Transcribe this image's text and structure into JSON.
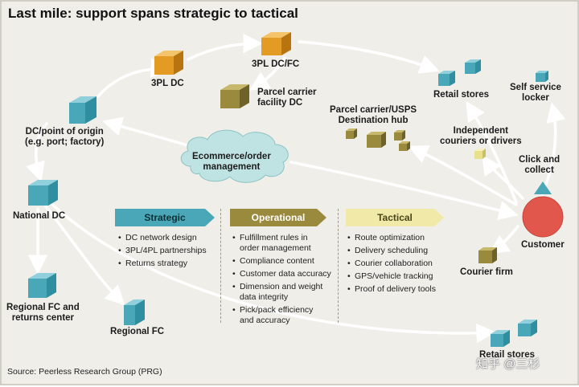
{
  "title": "Last mile: support spans strategic to tactical",
  "source": "Source: Peerless Research Group (PRG)",
  "watermark": "知乎 @三杉",
  "nodes": {
    "threepl_dc": "3PL DC",
    "threepl_dc_fc": "3PL DC/FC",
    "parcel_carrier_facility": [
      "Parcel carrier",
      "facility DC"
    ],
    "dc_origin": [
      "DC/point of origin",
      "(e.g. port; factory)"
    ],
    "national_dc": "National DC",
    "regional_fc_returns": [
      "Regional FC and",
      "returns center"
    ],
    "regional_fc": "Regional FC",
    "retail_stores_top": "Retail stores",
    "retail_stores_bottom": "Retail stores",
    "self_service_locker": [
      "Self service",
      "locker"
    ],
    "destination_hub": [
      "Parcel carrier/USPS",
      "Destination hub"
    ],
    "independent_couriers": [
      "Independent",
      "couriers or drivers"
    ],
    "click_collect": [
      "Click and",
      "collect"
    ],
    "customer": "Customer",
    "courier_firm": "Courier firm",
    "ecommerce": [
      "Ecommerce/order",
      "management"
    ]
  },
  "columns": [
    {
      "key": "strategic",
      "label": "Strategic",
      "items": [
        "DC network design",
        "3PL/4PL partnerships",
        "Returns strategy"
      ]
    },
    {
      "key": "operational",
      "label": "Operational",
      "items": [
        [
          "Fulfillment rules in",
          "order management"
        ],
        "Compliance content",
        "Customer data accuracy",
        [
          "Dimension and weight",
          "data integrity"
        ],
        [
          "Pick/pack efficiency",
          "and accuracy"
        ]
      ]
    },
    {
      "key": "tactical",
      "label": "Tactical",
      "items": [
        "Route optimization",
        "Delivery scheduling",
        "Courier collaboration",
        "GPS/vehicle tracking",
        "Proof of delivery tools"
      ]
    }
  ],
  "colors": {
    "teal_box": "#4aa7b8",
    "orange_box": "#e39b23",
    "olive_box": "#9a8a3e",
    "yellow_box": "#e8e08a",
    "customer": "#e2574c",
    "cloud": "#bfe3e3",
    "strategic_band": "#4aa7b8",
    "operational_band": "#9a8a3e",
    "tactical_band": "#f0e9a8"
  }
}
